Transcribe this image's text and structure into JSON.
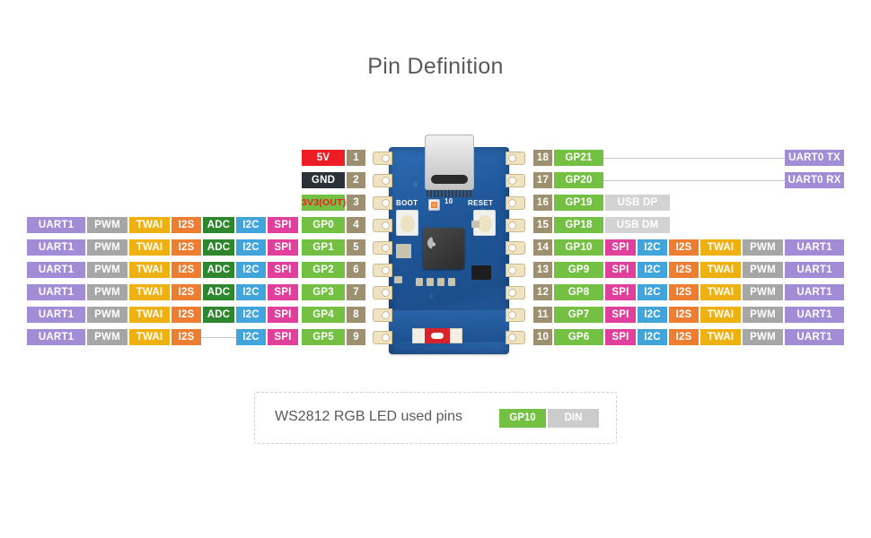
{
  "page": {
    "title": "Pin Definition"
  },
  "board": {
    "silk_boot": "BOOT",
    "silk_reset": "RESET",
    "silk_led": "10"
  },
  "colors": {
    "uart1": "#A28CD6",
    "uart0": "#A28CD6",
    "pwm": "#A6A6A6",
    "twai": "#EEB111",
    "i2s": "#ED7D31",
    "adc": "#2E862E",
    "i2c": "#41A5DC",
    "spi": "#E0409B",
    "gpio": "#74C043",
    "power_5v": "#EE1C25",
    "gnd": "#2B3138",
    "v3v3_text": "#EE1C25",
    "usb": "#D3D3D3",
    "pin_number": "#9C9070",
    "title_text": "#595959"
  },
  "left_pins": [
    {
      "pin": "1",
      "name": "5V",
      "name_style": "5v",
      "functions": []
    },
    {
      "pin": "2",
      "name": "GND",
      "name_style": "gnd",
      "functions": []
    },
    {
      "pin": "3",
      "name": "3V3(OUT)",
      "name_style": "3v3",
      "functions": []
    },
    {
      "pin": "4",
      "name": "GP0",
      "name_style": "gp",
      "functions": [
        "UART1",
        "PWM",
        "TWAI",
        "I2S",
        "ADC",
        "I2C",
        "SPI"
      ]
    },
    {
      "pin": "5",
      "name": "GP1",
      "name_style": "gp",
      "functions": [
        "UART1",
        "PWM",
        "TWAI",
        "I2S",
        "ADC",
        "I2C",
        "SPI"
      ]
    },
    {
      "pin": "6",
      "name": "GP2",
      "name_style": "gp",
      "functions": [
        "UART1",
        "PWM",
        "TWAI",
        "I2S",
        "ADC",
        "I2C",
        "SPI"
      ]
    },
    {
      "pin": "7",
      "name": "GP3",
      "name_style": "gp",
      "functions": [
        "UART1",
        "PWM",
        "TWAI",
        "I2S",
        "ADC",
        "I2C",
        "SPI"
      ]
    },
    {
      "pin": "8",
      "name": "GP4",
      "name_style": "gp",
      "functions": [
        "UART1",
        "PWM",
        "TWAI",
        "I2S",
        "ADC",
        "I2C",
        "SPI"
      ]
    },
    {
      "pin": "9",
      "name": "GP5",
      "name_style": "gp",
      "functions": [
        "UART1",
        "PWM",
        "TWAI",
        "I2S",
        "",
        "I2C",
        "SPI"
      ]
    }
  ],
  "right_pins": [
    {
      "pin": "18",
      "name": "GP21",
      "name_style": "gp",
      "functions": [
        "UART0 TX"
      ],
      "wire": true
    },
    {
      "pin": "17",
      "name": "GP20",
      "name_style": "gp",
      "functions": [
        "UART0 RX"
      ],
      "wire": true
    },
    {
      "pin": "16",
      "name": "GP19",
      "name_style": "gp",
      "functions": [
        "USB DP"
      ],
      "wire": false
    },
    {
      "pin": "15",
      "name": "GP18",
      "name_style": "gp",
      "functions": [
        "USB DM"
      ],
      "wire": false
    },
    {
      "pin": "14",
      "name": "GP10",
      "name_style": "gp",
      "functions": [
        "SPI",
        "I2C",
        "I2S",
        "TWAI",
        "PWM",
        "UART1"
      ],
      "wire": false
    },
    {
      "pin": "13",
      "name": "GP9",
      "name_style": "gp",
      "functions": [
        "SPI",
        "I2C",
        "I2S",
        "TWAI",
        "PWM",
        "UART1"
      ],
      "wire": false
    },
    {
      "pin": "12",
      "name": "GP8",
      "name_style": "gp",
      "functions": [
        "SPI",
        "I2C",
        "I2S",
        "TWAI",
        "PWM",
        "UART1"
      ],
      "wire": false
    },
    {
      "pin": "11",
      "name": "GP7",
      "name_style": "gp",
      "functions": [
        "SPI",
        "I2C",
        "I2S",
        "TWAI",
        "PWM",
        "UART1"
      ],
      "wire": false
    },
    {
      "pin": "10",
      "name": "GP6",
      "name_style": "gp",
      "functions": [
        "SPI",
        "I2C",
        "I2S",
        "TWAI",
        "PWM",
        "UART1"
      ],
      "wire": false
    }
  ],
  "legend": {
    "text": "WS2812 RGB LED used pins",
    "pin_label": "GP10",
    "signal_label": "DIN"
  }
}
